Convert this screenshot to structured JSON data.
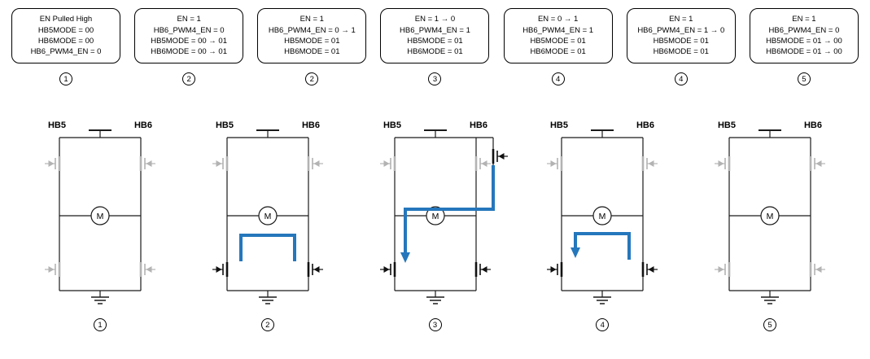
{
  "colors": {
    "wire": "#1a1a1a",
    "active_fet": "#111111",
    "inactive_fet": "#b3b3b3",
    "current": "#2577bc"
  },
  "state_boxes": [
    {
      "step": "1",
      "lines": [
        "EN Pulled High",
        "HB5MODE = 00",
        "HB6MODE = 00",
        "HB6_PWM4_EN = 0"
      ]
    },
    {
      "step": "2",
      "lines": [
        "EN = 1",
        "HB6_PWM4_EN = 0",
        "HB5MODE = 00 → 01",
        "HB6MODE = 00 → 01"
      ]
    },
    {
      "step": "2",
      "lines": [
        "EN = 1",
        "HB6_PWM4_EN = 0 → 1",
        "HB5MODE = 01",
        "HB6MODE = 01"
      ]
    },
    {
      "step": "3",
      "lines": [
        "EN = 1 → 0",
        "HB6_PWM4_EN = 1",
        "HB5MODE = 01",
        "HB6MODE = 01"
      ]
    },
    {
      "step": "4",
      "lines": [
        "EN = 0 → 1",
        "HB6_PWM4_EN = 1",
        "HB5MODE = 01",
        "HB6MODE = 01"
      ]
    },
    {
      "step": "4",
      "lines": [
        "EN = 1",
        "HB6_PWM4_EN = 1 → 0",
        "HB5MODE = 01",
        "HB6MODE = 01"
      ]
    },
    {
      "step": "5",
      "lines": [
        "EN = 1",
        "HB6_PWM4_EN = 0",
        "HB5MODE = 01 → 00",
        "HB6MODE = 01 → 00"
      ]
    }
  ],
  "circuits": [
    {
      "step": "1",
      "hb5": "HB5",
      "hb6": "HB6",
      "motor": "M",
      "fets": {
        "high_left": "inactive",
        "high_right": "inactive",
        "low_left": "inactive",
        "low_right": "inactive"
      },
      "extra_pwm_fet": false,
      "current_path": "none"
    },
    {
      "step": "2",
      "hb5": "HB5",
      "hb6": "HB6",
      "motor": "M",
      "fets": {
        "high_left": "inactive",
        "high_right": "inactive",
        "low_left": "active",
        "low_right": "active"
      },
      "extra_pwm_fet": false,
      "current_path": "low-side-loop"
    },
    {
      "step": "3",
      "hb5": "HB5",
      "hb6": "HB6",
      "motor": "M",
      "fets": {
        "high_left": "inactive",
        "high_right": "inactive",
        "low_left": "active",
        "low_right": "active"
      },
      "extra_pwm_fet": true,
      "current_path": "hb6-top-to-hb5-low"
    },
    {
      "step": "4",
      "hb5": "HB5",
      "hb6": "HB6",
      "motor": "M",
      "fets": {
        "high_left": "inactive",
        "high_right": "inactive",
        "low_left": "active",
        "low_right": "active"
      },
      "extra_pwm_fet": false,
      "current_path": "hb6-low-to-hb5-low"
    },
    {
      "step": "5",
      "hb5": "HB5",
      "hb6": "HB6",
      "motor": "M",
      "fets": {
        "high_left": "inactive",
        "high_right": "inactive",
        "low_left": "inactive",
        "low_right": "inactive"
      },
      "extra_pwm_fet": false,
      "current_path": "none"
    }
  ]
}
